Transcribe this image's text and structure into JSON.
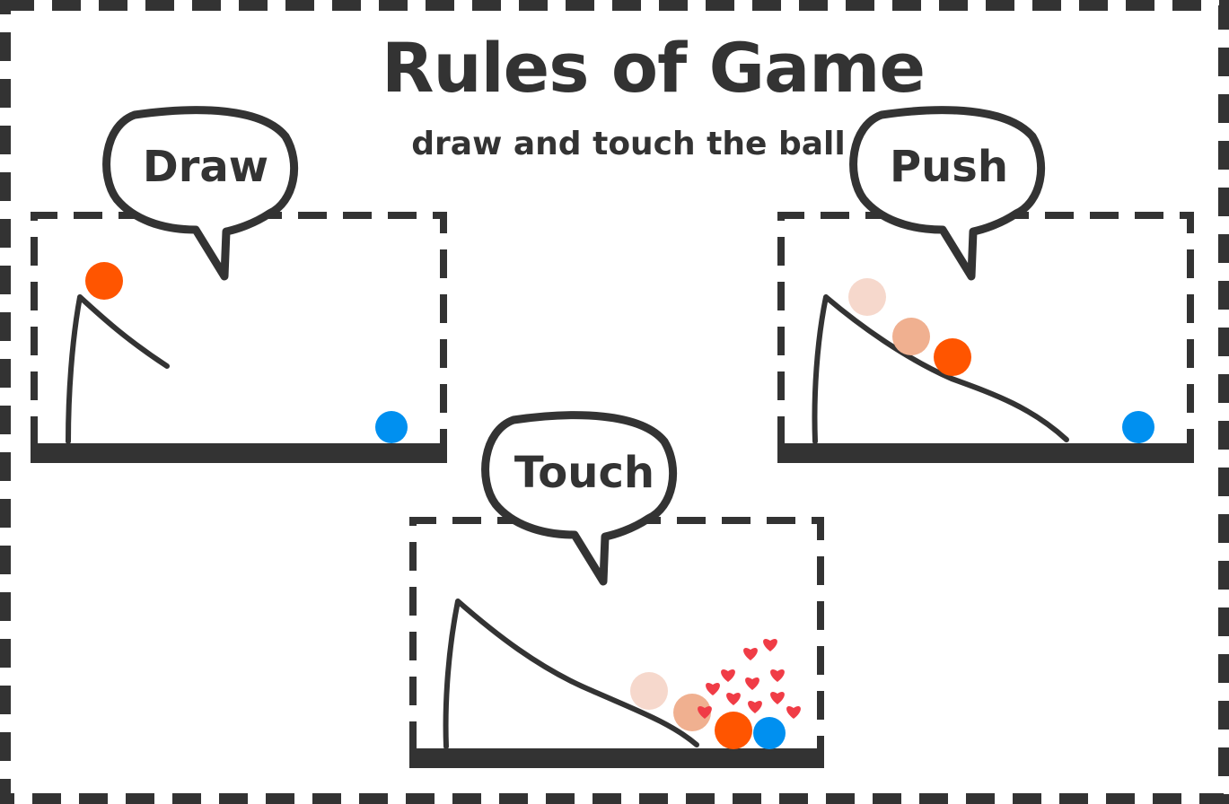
{
  "header": {
    "title": "Rules of Game",
    "subtitle": "draw and touch the ball"
  },
  "steps": [
    {
      "label": "Draw"
    },
    {
      "label": "Push"
    },
    {
      "label": "Touch"
    }
  ],
  "colors": {
    "ink": "#333333",
    "ball_red": "#ff5500",
    "ball_blue": "#0090f0",
    "trail_light": "#f6d8cc",
    "trail_mid": "#f0b090",
    "heart": "#f03c46",
    "background": "#ffffff"
  },
  "icons": [
    "heart-icon",
    "speech-bubble"
  ]
}
